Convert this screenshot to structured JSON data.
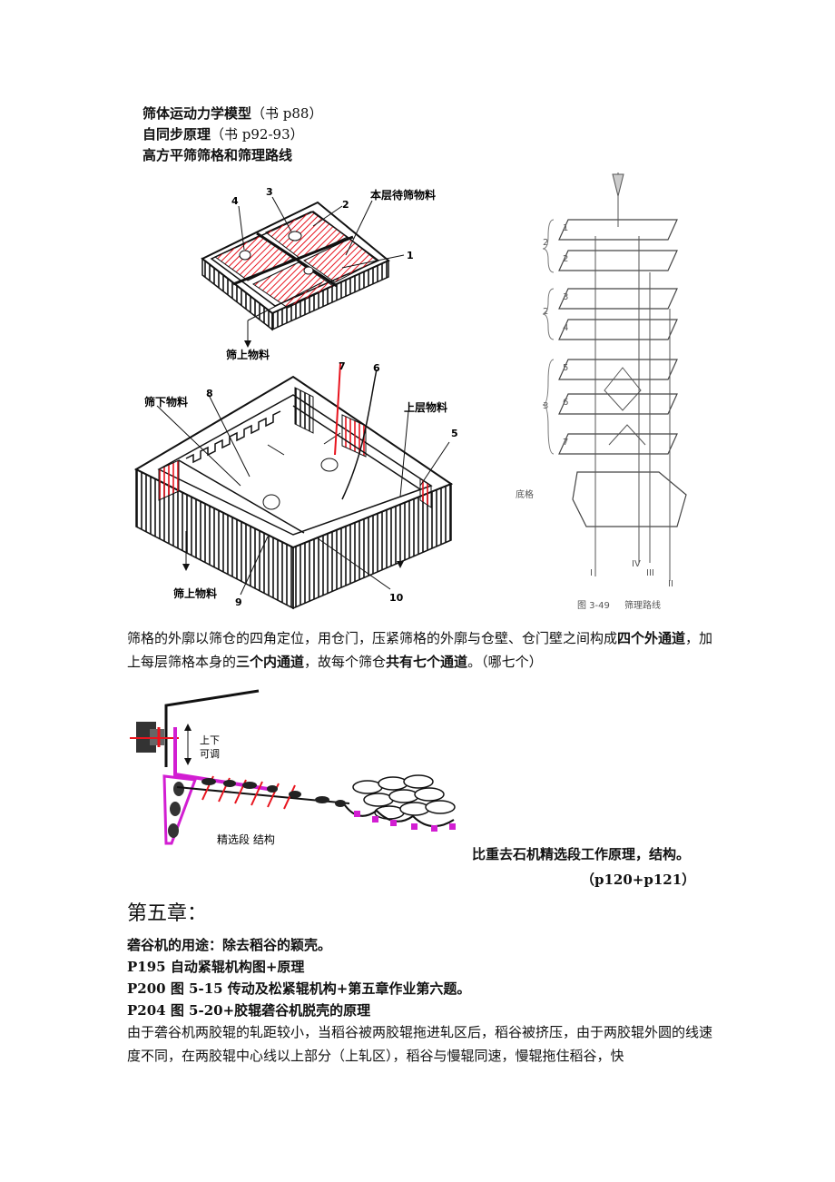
{
  "header_lines": [
    {
      "label": "筛体运动力学模型",
      "ref": "（书 p88）"
    },
    {
      "label": "自同步原理",
      "ref": "（书 p92-93）"
    },
    {
      "label": "高方平筛筛格和筛理路线",
      "ref": ""
    }
  ],
  "figure1": {
    "top_box_labels": {
      "n4": "4",
      "n3": "3",
      "n2": "2",
      "n1": "1",
      "material": "本层待筛物料",
      "over": "筛上物料"
    },
    "bottom_box_labels": {
      "n7": "7",
      "n6": "6",
      "n8": "8",
      "n5": "5",
      "n9": "9",
      "n10": "10",
      "under": "筛下物料",
      "upper": "上层物料",
      "over": "筛上物料"
    }
  },
  "figure2": {
    "layer_numbers": [
      "1",
      "2",
      "3",
      "4",
      "5",
      "6",
      "7"
    ],
    "group_labels": [
      "2",
      "2",
      "3"
    ],
    "base_label": "底格",
    "outlets": [
      "I",
      "IV",
      "III",
      "II"
    ],
    "caption_num": "图 3-49",
    "caption_text": "筛理路线"
  },
  "paragraph1": {
    "segments": [
      {
        "text": "筛格的外廓以筛仓的四角定位，用仓门，压紧筛格的外廓与仓壁、仓门壁之间构成",
        "bold": false
      },
      {
        "text": "四个外通道",
        "bold": true
      },
      {
        "text": "，加上每层筛格本身的",
        "bold": false
      },
      {
        "text": "三个内通道",
        "bold": true
      },
      {
        "text": "，故每个筛仓",
        "bold": false
      },
      {
        "text": "共有七个通道",
        "bold": true
      },
      {
        "text": "。（哪七个）",
        "bold": false
      }
    ]
  },
  "figure3": {
    "adjust_label_1": "上下",
    "adjust_label_2": "可调",
    "section_label": "精选段  结构"
  },
  "figure3_caption": "比重去石机精选段工作原理，结构。",
  "figure3_pages": "（p120+p121）",
  "chapter_title": "第五章：",
  "chapter_lines": [
    "砻谷机的用途：除去稻谷的颖壳。",
    "P195 自动紧辊机构图+原理",
    "P200 图 5-15 传动及松紧辊机构+第五章作业第六题。",
    "P204 图 5-20+胶辊砻谷机脱壳的原理"
  ],
  "paragraph2": "由于砻谷机两胶辊的轧距较小，当稻谷被两胶辊拖进轧区后，稻谷被挤压，由于两胶辊外圆的线速度不同，在两胶辊中心线以上部分（上轧区），稻谷与慢辊同速，慢辊拖住稻谷，快",
  "colors": {
    "red": "#e8141e",
    "magenta": "#d21ed2",
    "ink": "#111111"
  }
}
